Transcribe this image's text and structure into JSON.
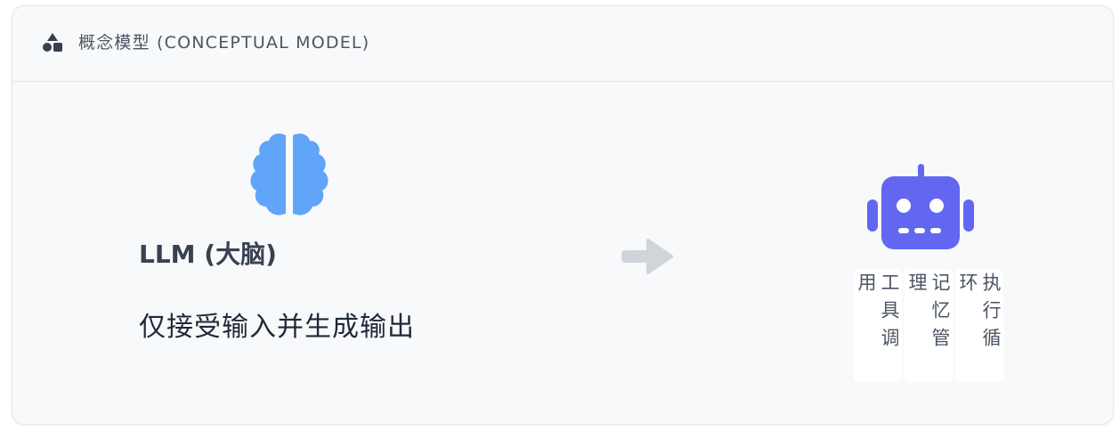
{
  "header": {
    "icon": "shapes-icon",
    "title": "概念模型 (CONCEPTUAL MODEL)"
  },
  "llm": {
    "icon": "brain-icon",
    "title": "LLM (大脑)",
    "description": "仅接受输入并生成输出"
  },
  "arrow": {
    "icon": "arrow-right-icon"
  },
  "agent": {
    "icon": "robot-icon",
    "capabilities": [
      "工具调用",
      "记忆管理",
      "执行循环"
    ]
  },
  "colors": {
    "brain": "#60a5fa",
    "robot": "#6366f1",
    "arrow": "#d1d5db",
    "header_icon": "#374151"
  }
}
